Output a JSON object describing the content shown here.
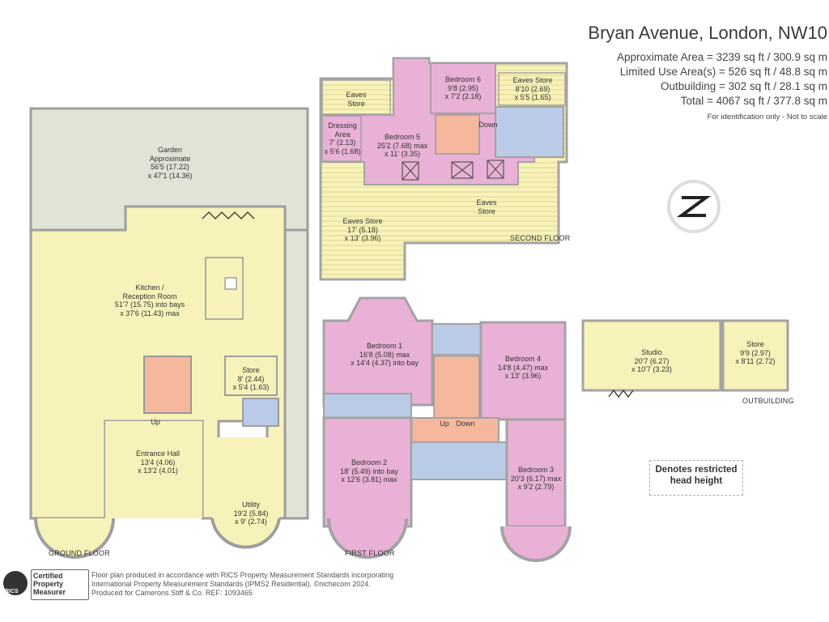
{
  "header": {
    "address": "Bryan Avenue, London, NW10",
    "areas": [
      "Approximate Area = 3239 sq ft / 300.9 sq m",
      "Limited Use Area(s) = 526 sq ft / 48.8 sq m",
      "Outbuilding = 302 sq ft / 28.1 sq m",
      "Total = 4067 sq ft / 377.8 sq m"
    ],
    "id_note": "For identification only - Not to scale"
  },
  "floors": {
    "ground": "GROUND FLOOR",
    "first": "FIRST FLOOR",
    "second": "SECOND FLOOR",
    "outbuilding": "OUTBUILDING"
  },
  "rooms": {
    "garden": [
      "Garden",
      "Approximate",
      "56'5 (17.22)",
      "x 47'1 (14.36)"
    ],
    "kitchen": [
      "Kitchen /",
      "Reception Room",
      "51'7 (15.75) into bays",
      "x 37'6 (11.43) max"
    ],
    "store_gf": [
      "Store",
      "8' (2.44)",
      "x 5'4 (1.63)"
    ],
    "entrance": [
      "Entrance Hall",
      "13'4 (4.06)",
      "x 13'2 (4.01)"
    ],
    "utility": [
      "Utility",
      "19'2 (5.84)",
      "x 9' (2.74)"
    ],
    "bedroom1": [
      "Bedroom 1",
      "16'8 (5.08) max",
      "x 14'4 (4.37) into bay"
    ],
    "bedroom2": [
      "Bedroom 2",
      "18' (5.49) into bay",
      "x 12'6 (3.81) max"
    ],
    "bedroom3": [
      "Bedroom 3",
      "20'3 (6.17) max",
      "x 9'2 (2.79)"
    ],
    "bedroom4": [
      "Bedroom 4",
      "14'8 (4.47) max",
      "x 13' (3.96)"
    ],
    "bedroom5": [
      "Bedroom 5",
      "25'2 (7.68) max",
      "x 11' (3.35)"
    ],
    "bedroom6": [
      "Bedroom 6",
      "9'8 (2.95)",
      "x 7'2 (2.18)"
    ],
    "dressing": [
      "Dressing",
      "Area",
      "7' (2.13)",
      "x 5'6 (1.68)"
    ],
    "eaves_store_a": [
      "Eaves",
      "Store"
    ],
    "eaves_store_b": [
      "Eaves Store",
      "8'10 (2.69)",
      "x 5'5 (1.65)"
    ],
    "eaves_store_c": [
      "Eaves Store",
      "17' (5.18)",
      "x 13' (3.96)"
    ],
    "eaves_store_d": [
      "Eaves",
      "Store"
    ],
    "studio": [
      "Studio",
      "20'7 (6.27)",
      "x 10'7 (3.23)"
    ],
    "store_out": [
      "Store",
      "9'9 (2.97)",
      "x 8'11 (2.72)"
    ]
  },
  "stairs": {
    "up_gf": "Up",
    "up_ff": "Up",
    "down_ff": "Down",
    "down_sf": "Down"
  },
  "legend": [
    "Denotes restricted",
    "head height"
  ],
  "footer": {
    "badge": [
      "Certified",
      "Property",
      "Measurer"
    ],
    "badge_brand": "RICS",
    "lines": [
      "Floor plan produced in accordance with RICS Property Measurement Standards incorporating",
      "International Property Measurement Standards (IPMS2 Residential).  ©nichecom 2024.",
      "Produced for Camerons Stiff & Co.   REF: 1093465"
    ]
  },
  "colors": {
    "yellow": "#f7f2b9",
    "pink": "#e9b1d6",
    "blue": "#b9cbe6",
    "orange": "#f5b89d",
    "garden": "#dfe4d7",
    "wall": "#a3a3a3",
    "hatch": "#d4c48a"
  },
  "compass_icon": "north-arrow-icon"
}
